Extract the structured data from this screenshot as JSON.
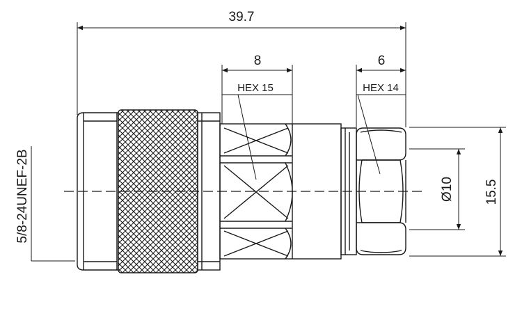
{
  "dimensions": {
    "overall_length": "39.7",
    "hex15_width": "8",
    "hex14_width": "6",
    "bore_diameter": "Ø10",
    "overall_diameter": "15.5",
    "thread_spec": "5/8-24UNEF-2B"
  },
  "callouts": {
    "hex15_label": "HEX 15",
    "hex14_label": "HEX 14"
  },
  "colors": {
    "line": "#1a1a1a",
    "centerline": "#1a1a1a"
  }
}
